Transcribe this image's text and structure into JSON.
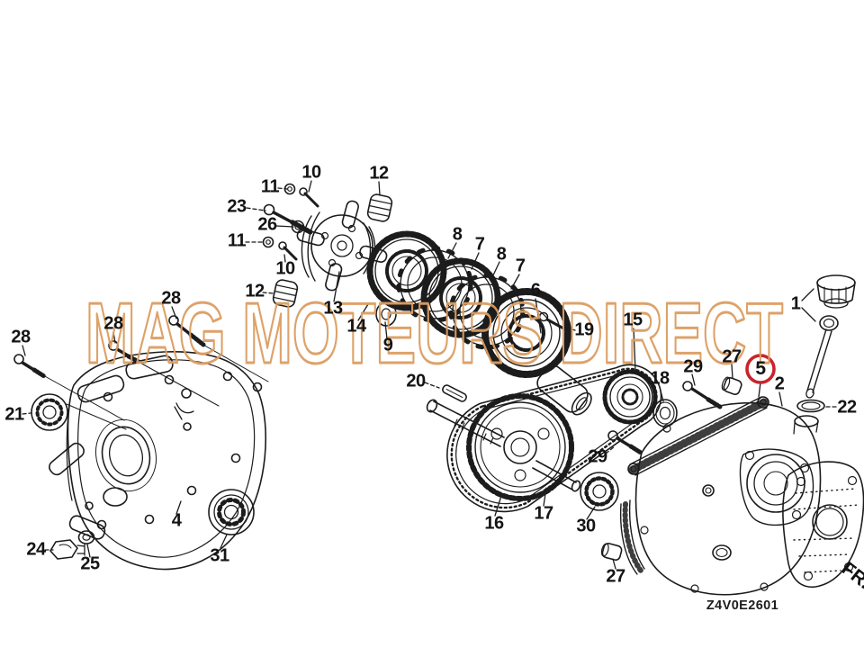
{
  "watermark": {
    "text": "MAG MOTEURS DIRECT",
    "color": "#dc9e62"
  },
  "footer": {
    "diagram_code": "Z4V0E2601",
    "orientation_label": "FR."
  },
  "highlight": {
    "circled_callout": "5",
    "color": "#c8242b"
  },
  "callouts": [
    {
      "num": "1"
    },
    {
      "num": "2"
    },
    {
      "num": "4"
    },
    {
      "num": "5"
    },
    {
      "num": "6"
    },
    {
      "num": "7"
    },
    {
      "num": "7"
    },
    {
      "num": "8"
    },
    {
      "num": "8"
    },
    {
      "num": "9"
    },
    {
      "num": "10"
    },
    {
      "num": "10"
    },
    {
      "num": "11"
    },
    {
      "num": "11"
    },
    {
      "num": "12"
    },
    {
      "num": "12"
    },
    {
      "num": "13"
    },
    {
      "num": "14"
    },
    {
      "num": "15"
    },
    {
      "num": "16"
    },
    {
      "num": "17"
    },
    {
      "num": "18"
    },
    {
      "num": "19"
    },
    {
      "num": "20"
    },
    {
      "num": "21"
    },
    {
      "num": "22"
    },
    {
      "num": "23"
    },
    {
      "num": "24"
    },
    {
      "num": "25"
    },
    {
      "num": "26"
    },
    {
      "num": "27"
    },
    {
      "num": "27"
    },
    {
      "num": "28"
    },
    {
      "num": "28"
    },
    {
      "num": "28"
    },
    {
      "num": "29"
    },
    {
      "num": "29"
    },
    {
      "num": "30"
    },
    {
      "num": "31"
    }
  ]
}
